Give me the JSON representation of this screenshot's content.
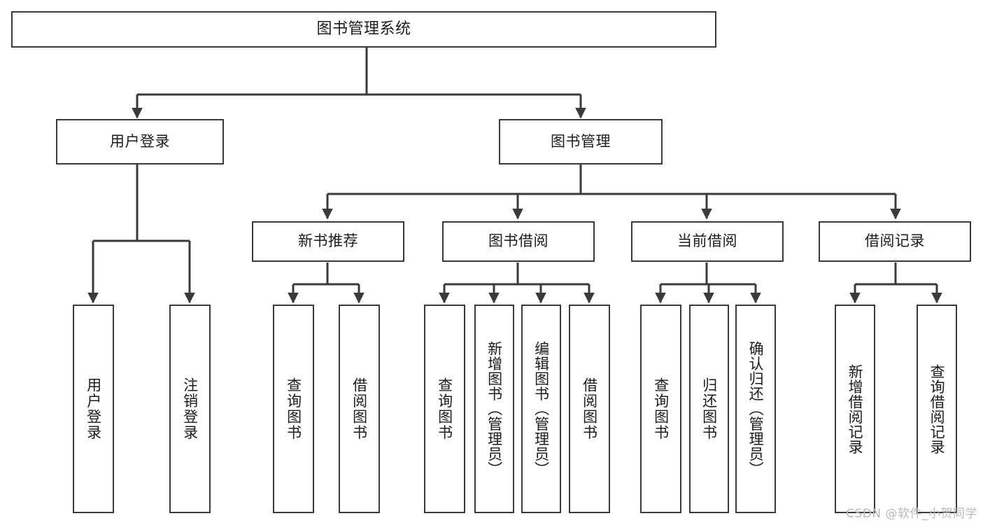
{
  "diagram": {
    "kind": "tree-hierarchy",
    "title": "图书管理系统",
    "root": {
      "label": "图书管理系统"
    },
    "level2": [
      {
        "label": "用户登录"
      },
      {
        "label": "图书管理"
      }
    ],
    "level3": [
      {
        "label": "新书推荐"
      },
      {
        "label": "图书借阅"
      },
      {
        "label": "当前借阅"
      },
      {
        "label": "借阅记录"
      }
    ],
    "leaves": {
      "user_login": [
        {
          "label": "用户登录"
        },
        {
          "label": "注销登录"
        }
      ],
      "new_book_recommend": [
        {
          "label": "查询图书"
        },
        {
          "label": "借阅图书"
        }
      ],
      "book_borrow": [
        {
          "label": "查询图书"
        },
        {
          "label": "新增图书（管理员）"
        },
        {
          "label": "编辑图书（管理员）"
        },
        {
          "label": "借阅图书"
        }
      ],
      "current_borrow": [
        {
          "label": "查询图书"
        },
        {
          "label": "归还图书"
        },
        {
          "label": "确认归还（管理员）"
        }
      ],
      "borrow_record": [
        {
          "label": "新增借阅记录"
        },
        {
          "label": "查询借阅记录"
        }
      ]
    }
  },
  "watermark": {
    "text": "CSDN @软件_小贺同学"
  },
  "colors": {
    "stroke": "#3a3a3a",
    "text": "#1b1b1b",
    "background": "#ffffff",
    "watermark": "#b9b9b9"
  }
}
